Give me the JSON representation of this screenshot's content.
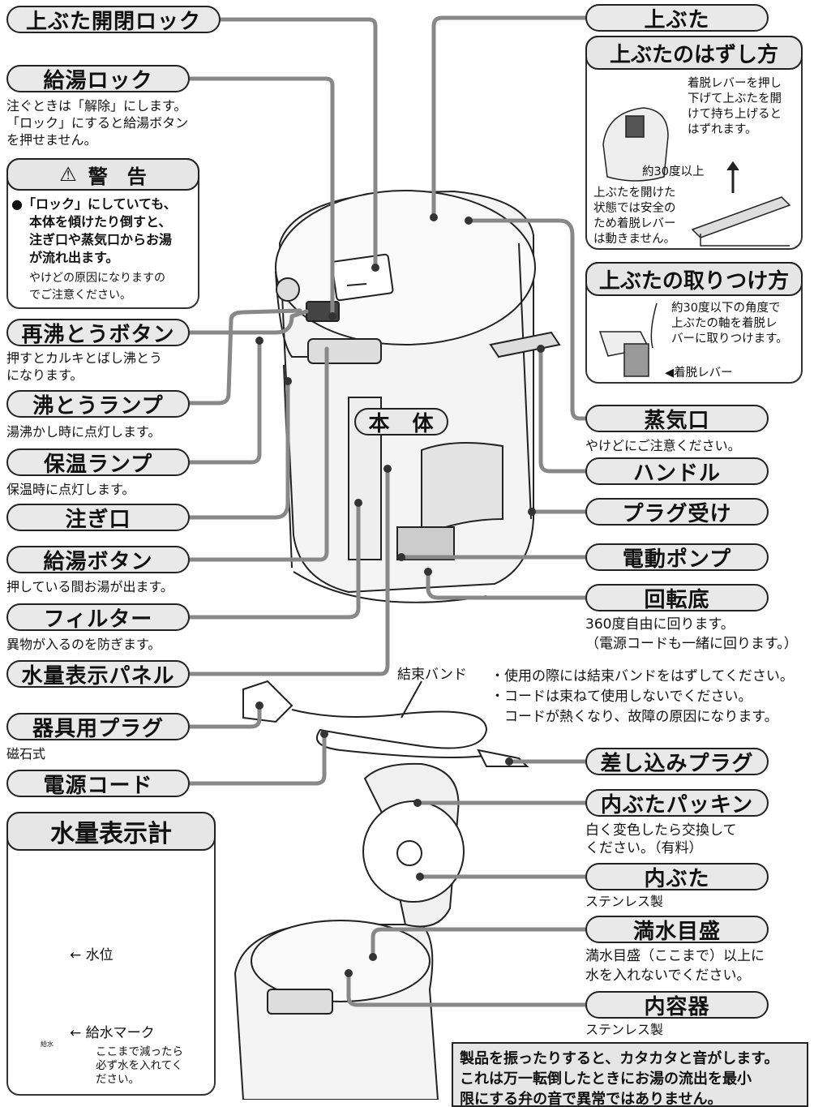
{
  "labels": {
    "lid_lock": "上ぶた開閉ロック",
    "pour_lock": "給湯ロック",
    "pour_lock_desc": [
      "注ぐときは「解除」にします。",
      "「ロック」にすると給湯ボタン",
      "を押せません。"
    ],
    "warning_title": "警　告",
    "warning_lines": [
      "●「ロック」にしていても、",
      "本体を傾けたり倒すと、",
      "注ぎ口や蒸気口からお湯",
      "が流れ出ます。"
    ],
    "warning_note": [
      "やけどの原因になりますの",
      "でご注意ください。"
    ],
    "reboil": "再沸とうボタン",
    "reboil_desc": [
      "押すとカルキとばし沸とう",
      "になります。"
    ],
    "boil_lamp": "沸とうランプ",
    "boil_lamp_desc": "湯沸かし時に点灯します。",
    "keep_warm": "保温ランプ",
    "keep_warm_desc": "保温時に点灯します。",
    "spout": "注ぎ口",
    "pour_button": "給湯ボタン",
    "pour_button_desc": "押している間お湯が出ます。",
    "filter": "フィルター",
    "filter_desc": "異物が入るのを防ぎます。",
    "water_panel": "水量表示パネル",
    "appliance_plug": "器具用プラグ",
    "appliance_plug_desc": "磁石式",
    "power_cord": "電源コード",
    "body": "本　体",
    "lid": "上ぶた",
    "lid_remove_title": "上ぶたのはずし方",
    "lid_remove_text": [
      "着脱レバーを押し",
      "下げて上ぶたを開",
      "けて持ち上げると",
      "はずれます。"
    ],
    "angle_30": "約30度以上",
    "lid_remove_text2": [
      "上ぶたを開けた",
      "状態では安全の",
      "ため着脱レバー",
      "は動きません。"
    ],
    "lid_attach_title": "上ぶたの取りつけ方",
    "lid_attach_text": [
      "約30度以下の角度で",
      "上ぶたの軸を着脱レ",
      "バーに取りつけます。"
    ],
    "lever": "着脱レバー",
    "steam": "蒸気口",
    "steam_desc": "やけどにご注意ください。",
    "handle": "ハンドル",
    "plug_socket": "プラグ受け",
    "pump": "電動ポンプ",
    "base": "回転底",
    "base_desc": [
      "360度自由に回ります。",
      "（電源コードも一緒に回ります。）"
    ],
    "band": "結束バンド",
    "band_notes": [
      "・使用の際には結束バンドをはずしてください。",
      "・コードは束ねて使用しないでください。",
      "　コードが熱くなり、故障の原因になります。"
    ],
    "insert_plug": "差し込みプラグ",
    "inner_packing": "内ぶたパッキン",
    "inner_packing_desc": [
      "白く変色したら交換して",
      "ください。（有料）"
    ],
    "inner_lid": "内ぶた",
    "inner_lid_desc": "ステンレス製",
    "full_mark": "満水目盛",
    "full_mark_desc": [
      "満水目盛（ここまで）以上に",
      "水を入れないでください。"
    ],
    "inner_container": "内容器",
    "inner_container_desc": "ステンレス製",
    "gauge_title": "水量表示計",
    "water_level": "← 水位",
    "refill_mark": "← 給水マーク",
    "refill_desc": [
      "ここまで減ったら",
      "必ず水を入れてく",
      "ださい。"
    ],
    "refill_tiny": "給水",
    "notice": [
      "製品を振ったりすると、カタカタと音がします。",
      "これは万一転倒したときにお湯の流出を最小",
      "限にする弁の音で異常ではありません。"
    ]
  }
}
